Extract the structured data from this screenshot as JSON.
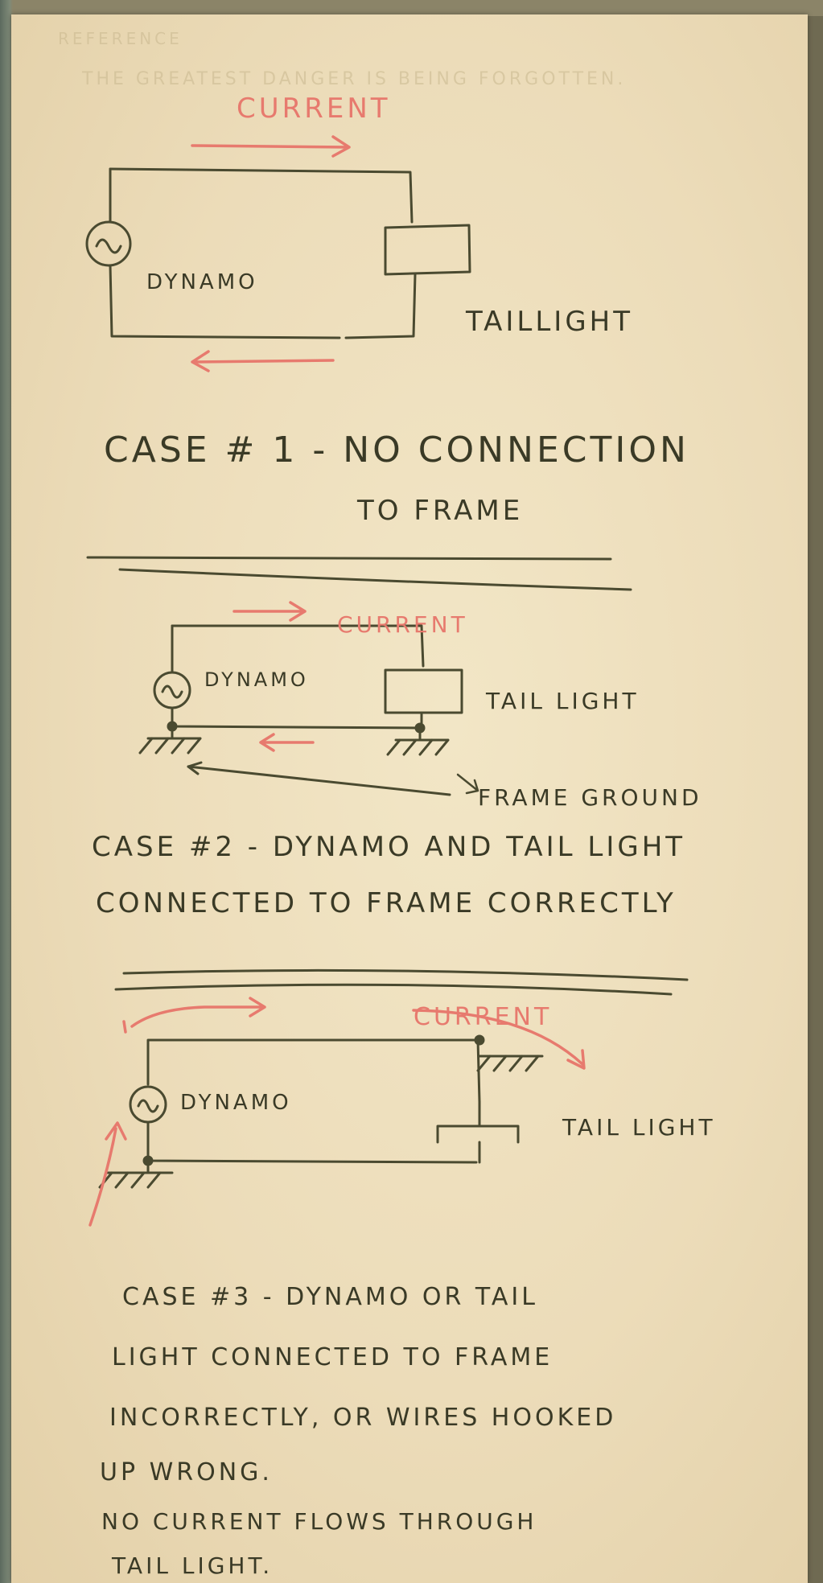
{
  "ghost_text": {
    "line1": "REFERENCE",
    "line2": "THE GREATEST DANGER IS BEING FORGOTTEN."
  },
  "case1": {
    "current_label": "CURRENT",
    "dynamo_label": "DYNAMO",
    "taillight_label": "TAILLIGHT",
    "caption_line1": "CASE # 1 - NO CONNECTION",
    "caption_line2": "TO FRAME"
  },
  "case2": {
    "current_label": "CURRENT",
    "dynamo_label": "DYNAMO",
    "taillight_label": "TAIL LIGHT",
    "ground_label": "FRAME GROUND",
    "caption_line1": "CASE #2 - DYNAMO AND TAIL LIGHT",
    "caption_line2": "CONNECTED TO FRAME CORRECTLY"
  },
  "case3": {
    "current_label": "CURRENT",
    "dynamo_label": "DYNAMO",
    "taillight_label": "TAIL LIGHT",
    "caption_line1": "CASE #3 - DYNAMO OR TAIL",
    "caption_line2": "LIGHT CONNECTED TO FRAME",
    "caption_line3": "INCORRECTLY, OR WIRES HOOKED",
    "caption_line4": "UP WRONG.",
    "caption_line5": "NO CURRENT FLOWS THROUGH",
    "caption_line6": "TAIL LIGHT."
  },
  "colors": {
    "pencil": "#3a3a26",
    "red_pencil": "#e77a6e",
    "paper": "#efe1bf"
  }
}
